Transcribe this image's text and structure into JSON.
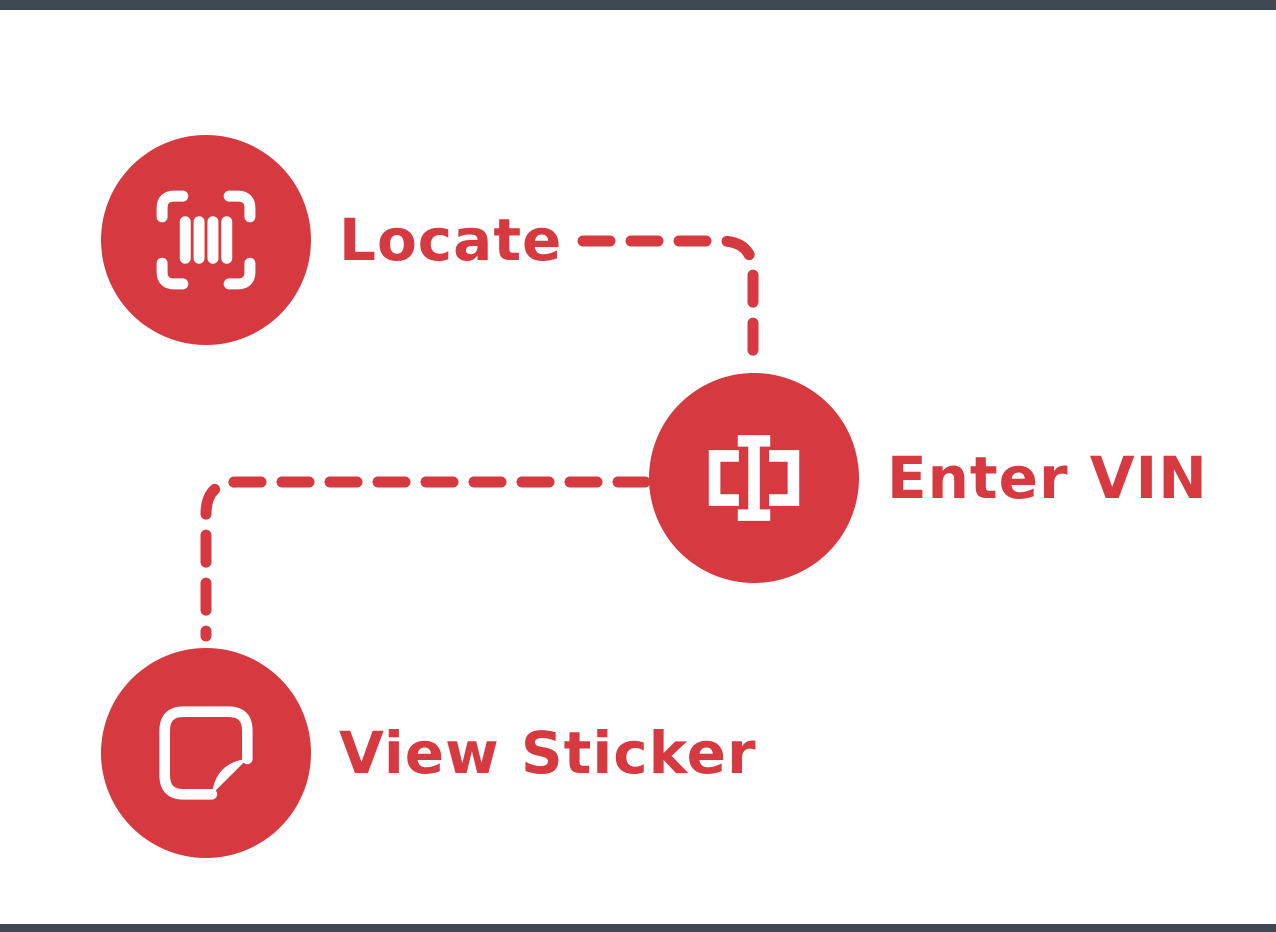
{
  "window": {
    "frame_color": "#3D4852",
    "background": "#FFFFFF"
  },
  "diagram": {
    "accent_color": "#D6393F",
    "steps": [
      {
        "id": "locate",
        "label": "Locate",
        "icon": "barcode-scan-icon"
      },
      {
        "id": "enter-vin",
        "label": "Enter VIN",
        "icon": "vin-bracket-icon"
      },
      {
        "id": "view-sticker",
        "label": "View Sticker",
        "icon": "sticker-icon"
      }
    ]
  }
}
